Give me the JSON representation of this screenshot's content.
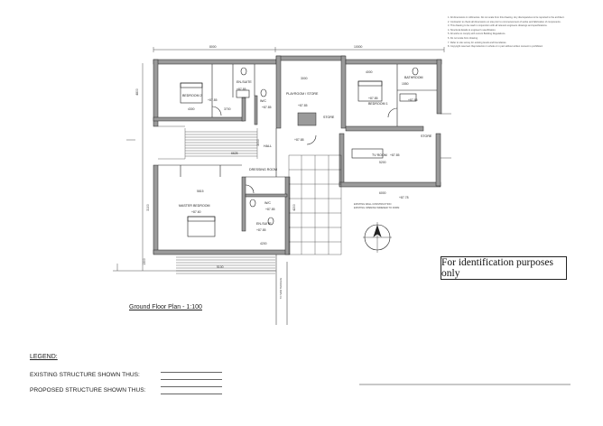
{
  "notes": {
    "lines": [
      "1. All dimensions in millimetres. Do not scale from this drawing. Any discrepancies to be reported to the architect.",
      "2. Contractor to check all dimensions on site prior to commencement of works and fabrication of components.",
      "3. This drawing to be read in conjunction with all relevant engineers drawings and specifications.",
      "4. Structural details to engineer's specification.",
      "5. All works to comply with current Building Regulations.",
      "6. Do not scale from drawing.",
      "7. Refer to site survey for existing levels and boundaries.",
      "8. Copyright reserved. Reproduction in whole or in part without written consent is prohibited."
    ]
  },
  "identification_box": "For identification purposes only",
  "plan_title": "Ground Floor Plan - 1:100",
  "legend": {
    "title": "LEGEND:",
    "existing": "EXISTING STRUCTURE SHOWN THUS:",
    "proposed": "PROPOSED STRUCTURE SHOWN THUS:"
  },
  "rooms": {
    "bedroom2": "BEDROOM 2",
    "ensuite_top": "EN-SUITE",
    "wc_top": "W/C",
    "playroom": "PLAYROOM / STORE",
    "store": "STORE",
    "bedroom1": "BEDROOM 1",
    "bathroom": "BATHROOM",
    "hall": "HALL",
    "tv_room": "TV ROOM",
    "dressing": "DRESSING ROOM",
    "master": "MASTER BEDROOM",
    "wc_bottom": "W/C",
    "ensuite_bottom": "EN-SUITE",
    "store_right": "STORE"
  },
  "levels": {
    "bedroom2": "+87.85",
    "ensuite_top": "+87.85",
    "wc_top": "+87.85",
    "playroom": "+87.85",
    "bedroom1": "+87.85",
    "bathroom": "+87.85",
    "hall": "+87.88",
    "tv_room": "+87.85",
    "master": "+87.60",
    "wc_bottom": "+87.85",
    "ensuite_bottom": "+87.85",
    "right": "+87.78"
  },
  "dimensions": {
    "top_left": "8000",
    "top_right": "10000",
    "left_side": "4800",
    "bedroom2_width": "4300",
    "wc_width": "3700",
    "playroom": "3000",
    "bedroom1": "4000",
    "bath_dim": "1550",
    "hall_width": "3000",
    "stair": "6625",
    "tv_room": "5200",
    "tv_lower": "6000",
    "master_width": "5815",
    "master_height": "3100",
    "bottom_left": "1300",
    "bottom": "5100",
    "bottom_right": "4200",
    "ensuite_b": "4200"
  },
  "annotations": {
    "existing_wall": "EXISTING WALL CONSTRUCTION",
    "existing_wall_sub": "EXISTING OPENING WIDENED TO FORM",
    "to_new_terrace": "TO NEW TERRACE"
  }
}
